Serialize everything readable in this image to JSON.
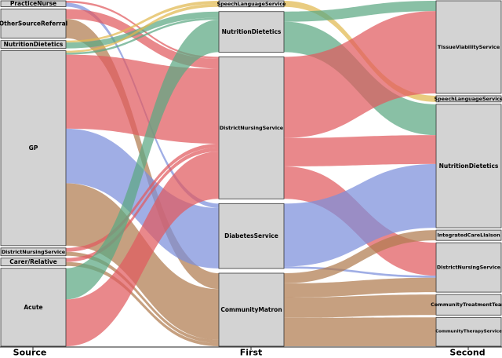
{
  "columns": [
    {
      "key": "source",
      "label": "Source"
    },
    {
      "key": "first",
      "label": "First"
    },
    {
      "key": "second",
      "label": "Second"
    }
  ],
  "colors": {
    "red": "#e05a5e",
    "blue": "#7b8fdb",
    "green": "#5ba882",
    "brown": "#b07c4f",
    "gold": "#e0b84f",
    "node_fill": "#d3d3d3"
  },
  "nodes": {
    "source": [
      {
        "id": "s_practicenurse",
        "name": "PracticeNurse",
        "value": 3
      },
      {
        "id": "s_othersource",
        "name": "OtherSourceReferral",
        "value": 15
      },
      {
        "id": "s_nutrition",
        "name": "NutritionDietetics",
        "value": 4
      },
      {
        "id": "s_gp",
        "name": "GP",
        "value": 100
      },
      {
        "id": "s_district",
        "name": "DistrictNursingService",
        "value": 4
      },
      {
        "id": "s_carer",
        "name": "Carer/Relative",
        "value": 4
      },
      {
        "id": "s_acute",
        "name": "Acute",
        "value": 40
      }
    ],
    "first": [
      {
        "id": "f_speech",
        "name": "SpeechLanguageService",
        "value": 3
      },
      {
        "id": "f_nutrition",
        "name": "NutritionDietetics",
        "value": 20
      },
      {
        "id": "f_district",
        "name": "DistrictNursingService",
        "value": 70
      },
      {
        "id": "f_diabetes",
        "name": "DiabetesService",
        "value": 32
      },
      {
        "id": "f_community",
        "name": "CommunityMatron",
        "value": 36
      }
    ],
    "second": [
      {
        "id": "t_tissue",
        "name": "TissueViabilityService",
        "value": 45
      },
      {
        "id": "t_speech",
        "name": "SpeechLanguageService",
        "value": 3
      },
      {
        "id": "t_nutrition",
        "name": "NutritionDietetics",
        "value": 60
      },
      {
        "id": "t_integrated",
        "name": "IntegratedCareLiaison",
        "value": 5
      },
      {
        "id": "t_district",
        "name": "DistrictNursingService",
        "value": 24
      },
      {
        "id": "t_treatment",
        "name": "CommunityTreatmentTeam",
        "value": 10
      },
      {
        "id": "t_therapy",
        "name": "CommunityTherapyService",
        "value": 14
      }
    ]
  },
  "links": [
    {
      "source": "s_practicenurse",
      "target": "f_diabetes",
      "value": 2,
      "color": "blue"
    },
    {
      "source": "s_practicenurse",
      "target": "f_district",
      "value": 1,
      "color": "red"
    },
    {
      "source": "s_othersource",
      "target": "f_district",
      "value": 5,
      "color": "red"
    },
    {
      "source": "s_othersource",
      "target": "f_community",
      "value": 10,
      "color": "brown"
    },
    {
      "source": "s_nutrition",
      "target": "f_speech",
      "value": 1,
      "color": "gold"
    },
    {
      "source": "s_nutrition",
      "target": "f_nutrition",
      "value": 3,
      "color": "green"
    },
    {
      "source": "s_gp",
      "target": "f_speech",
      "value": 1,
      "color": "gold"
    },
    {
      "source": "s_gp",
      "target": "f_nutrition",
      "value": 1,
      "color": "green"
    },
    {
      "source": "s_gp",
      "target": "f_district",
      "value": 38,
      "color": "red"
    },
    {
      "source": "s_gp",
      "target": "f_diabetes",
      "value": 28,
      "color": "blue"
    },
    {
      "source": "s_gp",
      "target": "f_community",
      "value": 32,
      "color": "brown"
    },
    {
      "source": "s_district",
      "target": "f_district",
      "value": 2,
      "color": "red"
    },
    {
      "source": "s_district",
      "target": "f_community",
      "value": 2,
      "color": "brown"
    },
    {
      "source": "s_carer",
      "target": "f_district",
      "value": 2,
      "color": "red"
    },
    {
      "source": "s_carer",
      "target": "f_community",
      "value": 2,
      "color": "brown"
    },
    {
      "source": "s_acute",
      "target": "f_nutrition",
      "value": 16,
      "color": "green"
    },
    {
      "source": "s_acute",
      "target": "f_district",
      "value": 24,
      "color": "red"
    },
    {
      "source": "f_speech",
      "target": "t_speech",
      "value": 3,
      "color": "gold"
    },
    {
      "source": "f_nutrition",
      "target": "t_tissue",
      "value": 5,
      "color": "green"
    },
    {
      "source": "f_nutrition",
      "target": "t_nutrition",
      "value": 15,
      "color": "green"
    },
    {
      "source": "f_district",
      "target": "t_tissue",
      "value": 40,
      "color": "red"
    },
    {
      "source": "f_district",
      "target": "t_nutrition",
      "value": 14,
      "color": "red"
    },
    {
      "source": "f_district",
      "target": "t_district",
      "value": 16,
      "color": "red"
    },
    {
      "source": "f_diabetes",
      "target": "t_nutrition",
      "value": 31,
      "color": "blue"
    },
    {
      "source": "f_diabetes",
      "target": "t_district",
      "value": 1,
      "color": "blue"
    },
    {
      "source": "f_community",
      "target": "t_integrated",
      "value": 5,
      "color": "brown"
    },
    {
      "source": "f_community",
      "target": "t_district",
      "value": 7,
      "color": "brown"
    },
    {
      "source": "f_community",
      "target": "t_treatment",
      "value": 10,
      "color": "brown"
    },
    {
      "source": "f_community",
      "target": "t_therapy",
      "value": 14,
      "color": "brown"
    }
  ]
}
